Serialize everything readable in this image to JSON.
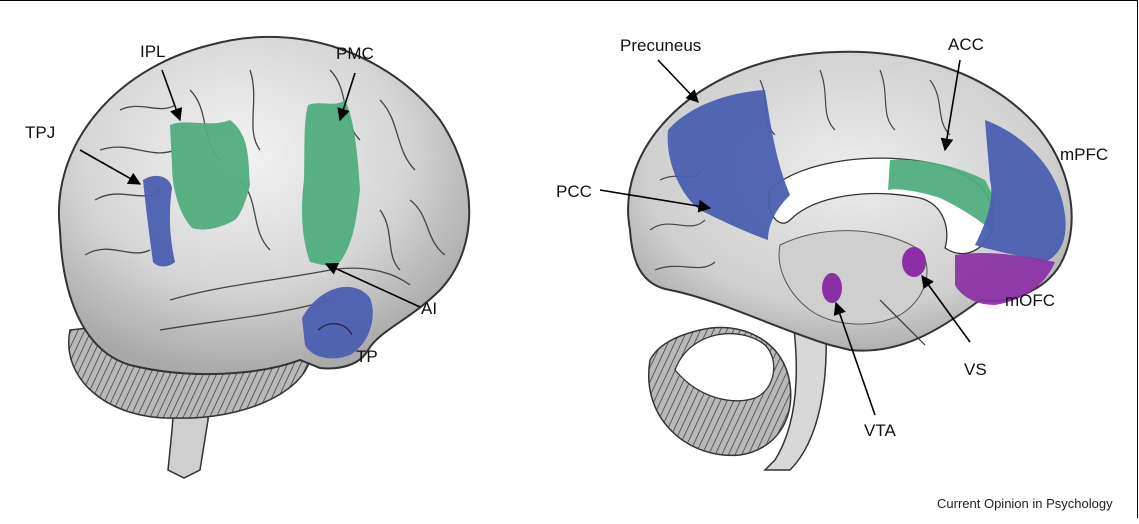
{
  "figure": {
    "credit": "Current Opinion in Psychology",
    "lateral_view": {
      "labels": {
        "ipl": "IPL",
        "pmc": "PMC",
        "tpj": "TPJ",
        "ai": "AI",
        "tp": "TP"
      }
    },
    "medial_view": {
      "labels": {
        "precuneus": "Precuneus",
        "acc": "ACC",
        "mpfc": "mPFC",
        "pcc": "PCC",
        "mofc": "mOFC",
        "vs": "VS",
        "vta": "VTA"
      }
    },
    "colors": {
      "blue_regions": "#4a5fb0",
      "green_regions": "#4fae7f",
      "purple_regions": "#8a2fa6",
      "brain_gray": "#d4d4d4",
      "outline": "#333333"
    }
  }
}
